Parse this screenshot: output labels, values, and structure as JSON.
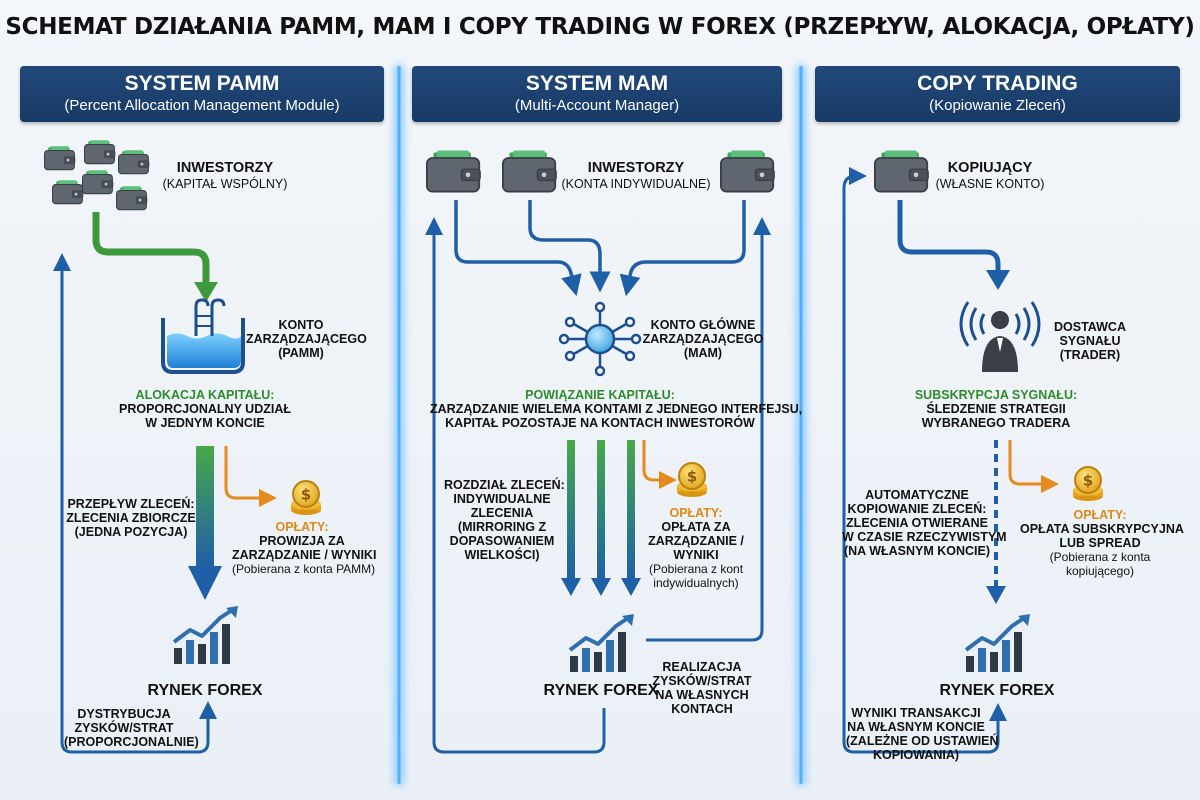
{
  "title": "SCHEMAT DZIAŁANIA PAMM, MAM I COPY TRADING W FOREX (PRZEPŁYW, ALOKACJA, OPŁATY)",
  "colors": {
    "header_bg": "#1d4272",
    "arrow_blue": "#1f5fa8",
    "arrow_green": "#3c9a3c",
    "arrow_orange": "#e58a1f",
    "divider_glow": "#39a3ff"
  },
  "pamm": {
    "header_title": "SYSTEM PAMM",
    "header_sub": "(Percent Allocation Management Module)",
    "investors_title": "INWESTORZY",
    "investors_sub": "(KAPITAŁ WSPÓLNY)",
    "account_line1": "KONTO",
    "account_line2": "ZARZĄDZAJĄCEGO",
    "account_line3": "(PAMM)",
    "alloc_title": "ALOKACJA KAPITAŁU:",
    "alloc_line1": "PROPORCJONALNY UDZIAŁ",
    "alloc_line2": "W JEDNYM KONCIE",
    "orders_line1": "PRZEPŁYW ZLECEŃ:",
    "orders_line2": "ZLECENIA ZBIORCZE",
    "orders_line3": "(JEDNA POZYCJA)",
    "fees_title": "OPŁATY:",
    "fees_line1": "PROWIZJA ZA",
    "fees_line2": "ZARZĄDZANIE / WYNIKI",
    "fees_note": "(Pobierana z konta PAMM)",
    "market": "RYNEK FOREX",
    "dist_line1": "DYSTRYBUCJA",
    "dist_line2": "ZYSKÓW/STRAT",
    "dist_line3": "(PROPORCJONALNIE)"
  },
  "mam": {
    "header_title": "SYSTEM MAM",
    "header_sub": "(Multi-Account Manager)",
    "investors_title": "INWESTORZY",
    "investors_sub": "(KONTA INDYWIDUALNE)",
    "account_line1": "KONTO GŁÓWNE",
    "account_line2": "ZARZĄDZAJĄCEGO",
    "account_line3": "(MAM)",
    "link_title": "POWIĄZANIE KAPITAŁU:",
    "link_line1": "ZARZĄDZANIE WIELEMA KONTAMI Z JEDNEGO INTERFEJSU,",
    "link_line2": "KAPITAŁ POZOSTAJE NA KONTACH INWESTORÓW",
    "split_line1": "ROZDZIAŁ ZLECEŃ:",
    "split_line2": "INDYWIDUALNE",
    "split_line3": "ZLECENIA",
    "split_line4": "(MIRRORING Z",
    "split_line5": "DOPASOWANIEM",
    "split_line6": "WIELKOŚCI)",
    "fees_title": "OPŁATY:",
    "fees_line1": "OPŁATA ZA",
    "fees_line2": "ZARZĄDZANIE /",
    "fees_line3": "WYNIKI",
    "fees_note1": "(Pobierana z kont",
    "fees_note2": "indywidualnych)",
    "market": "RYNEK FOREX",
    "real_line1": "REALIZACJA",
    "real_line2": "ZYSKÓW/STRAT",
    "real_line3": "NA WŁASNYCH",
    "real_line4": "KONTACH"
  },
  "copy": {
    "header_title": "COPY TRADING",
    "header_sub": "(Kopiowanie Zleceń)",
    "copier_title": "KOPIUJĄCY",
    "copier_sub": "(WŁASNE KONTO)",
    "provider_line1": "DOSTAWCA",
    "provider_line2": "SYGNAŁU",
    "provider_line3": "(TRADER)",
    "sub_title": "SUBSKRYPCJA SYGNAŁU:",
    "sub_line1": "ŚLEDZENIE STRATEGII",
    "sub_line2": "WYBRANEGO TRADERA",
    "auto_line1": "AUTOMATYCZNE",
    "auto_line2": "KOPIOWANIE ZLECEŃ:",
    "auto_line3": "ZLECENIA OTWIERANE",
    "auto_line4": "W CZASIE RZECZYWISTYM",
    "auto_line5": "(NA WŁASNYM KONCIE)",
    "fees_title": "OPŁATY:",
    "fees_line1": "OPŁATA SUBSKRYPCYJNA",
    "fees_line2": "LUB SPREAD",
    "fees_note1": "(Pobierana z konta",
    "fees_note2": "kopiującego)",
    "market": "RYNEK FOREX",
    "res_line1": "WYNIKI TRANSAKCJI",
    "res_line2": "NA WŁASNYM KONCIE",
    "res_line3": "(ZALEŻNE OD USTAWIEŃ",
    "res_line4": "KOPIOWANIA)"
  }
}
